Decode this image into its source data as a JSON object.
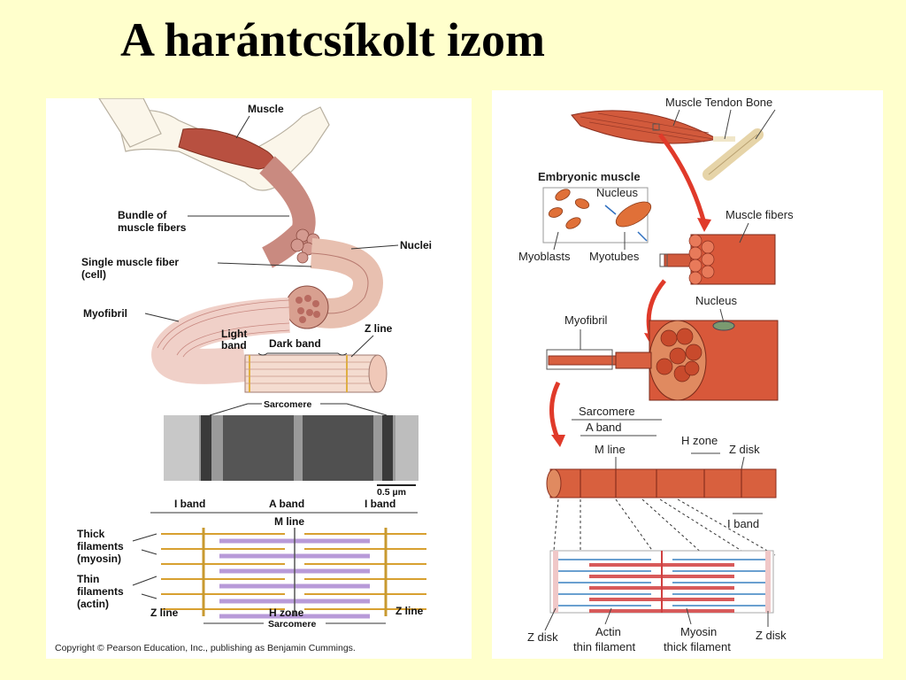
{
  "title": "A harántcsíkolt izom",
  "left_panel": {
    "labels": {
      "muscle": "Muscle",
      "bundle_1": "Bundle of",
      "bundle_2": "muscle fibers",
      "nuclei": "Nuclei",
      "single_1": "Single muscle fiber",
      "single_2": "(cell)",
      "myofibril": "Myofibril",
      "light_1": "Light",
      "light_2": "band",
      "dark_band": "Dark band",
      "z_line_top": "Z line",
      "sarcomere_top": "Sarcomere",
      "scale": "0.5 µm",
      "i_band_left": "I band",
      "a_band": "A band",
      "i_band_right": "I band",
      "m_line": "M line",
      "thick_1": "Thick",
      "thick_2": "filaments",
      "thick_3": "(myosin)",
      "thin_1": "Thin",
      "thin_2": "filaments",
      "thin_3": "(actin)",
      "z_line_left": "Z line",
      "h_zone": "H zone",
      "z_line_right": "Z line",
      "sarcomere_bottom": "Sarcomere",
      "copyright": "Copyright © Pearson Education, Inc., publishing as Benjamin Cummings."
    }
  },
  "right_panel": {
    "labels": {
      "muscle_tendon_bone": "Muscle Tendon Bone",
      "embryonic_muscle": "Embryonic muscle",
      "nucleus_top": "Nucleus",
      "myoblasts": "Myoblasts",
      "myotubes": "Myotubes",
      "muscle_fibers": "Muscle fibers",
      "nucleus_mid": "Nucleus",
      "myofibril": "Myofibril",
      "sarcomere": "Sarcomere",
      "a_band": "A band",
      "m_line": "M line",
      "h_zone": "H zone",
      "z_disk_top": "Z disk",
      "i_band": "I band",
      "z_disk_left": "Z disk",
      "actin_1": "Actin",
      "actin_2": "thin filament",
      "myosin_1": "Myosin",
      "myosin_2": "thick filament",
      "z_disk_right": "Z disk"
    }
  },
  "colors": {
    "background": "#ffffcc",
    "muscle_red": "#c8432c",
    "muscle_pink": "#e8b8a8",
    "thick_filament": "#b89ad8",
    "thin_filament": "#d8a030",
    "accent_arrow": "#d92020"
  }
}
